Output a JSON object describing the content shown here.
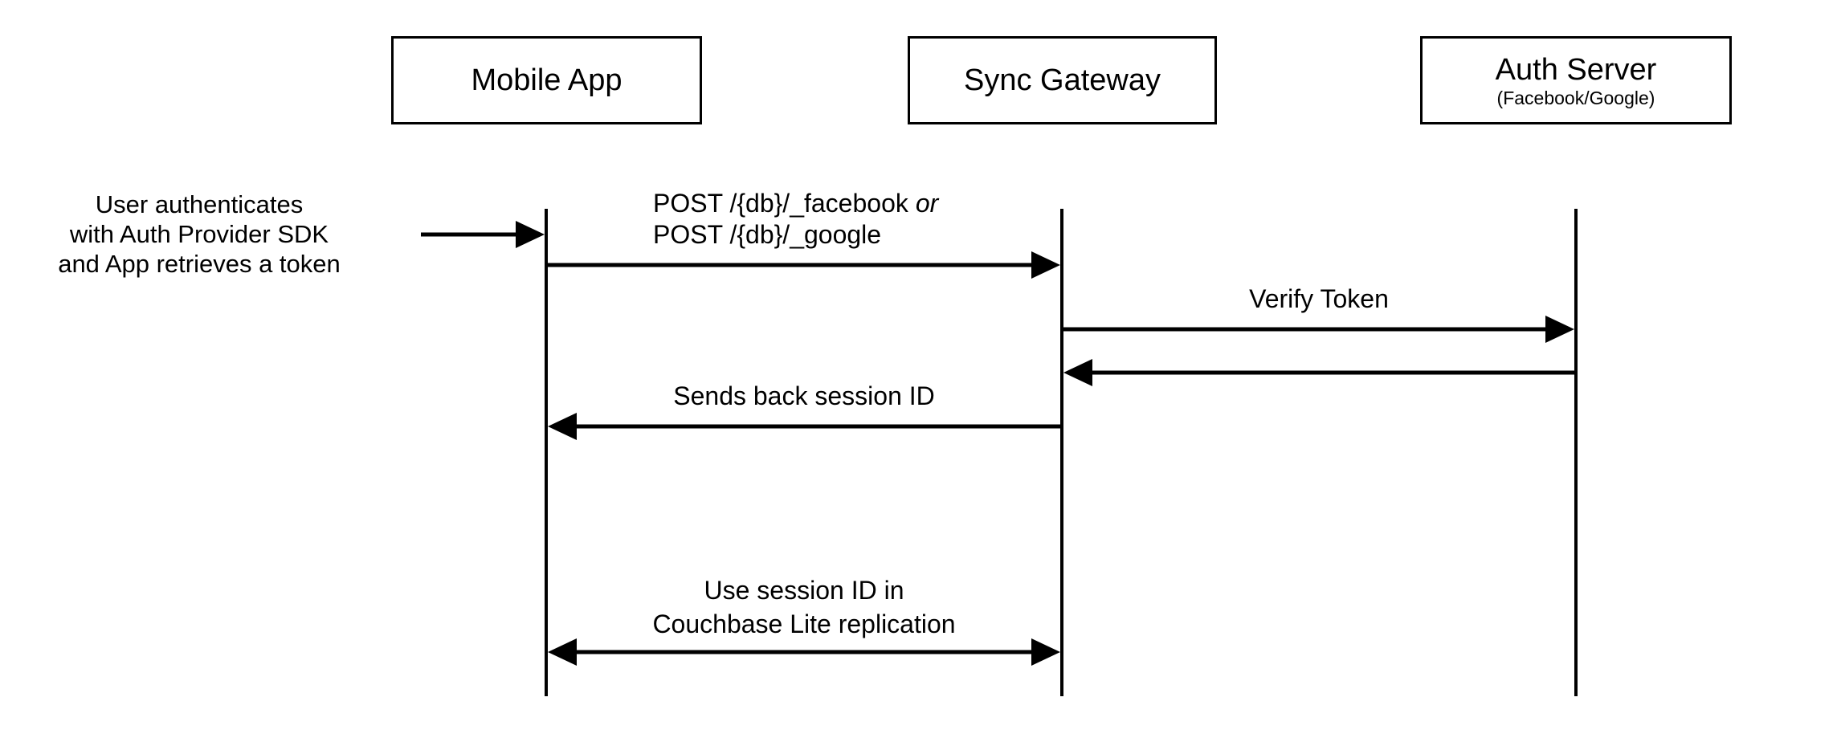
{
  "diagram_type": "sequence-diagram",
  "colors": {
    "line": "#000000",
    "background": "#ffffff",
    "text": "#000000"
  },
  "actors": [
    {
      "name": "Mobile App",
      "subtitle": ""
    },
    {
      "name": "Sync Gateway",
      "subtitle": ""
    },
    {
      "name": "Auth Server",
      "subtitle": "(Facebook/Google)"
    }
  ],
  "annotation": {
    "lines": [
      "User authenticates",
      "with Auth Provider SDK",
      "and App retrieves a token"
    ],
    "target": "Mobile App"
  },
  "messages": [
    {
      "id": "post-token",
      "from": "Mobile App",
      "to": "Sync Gateway",
      "direction": "right",
      "label_main": "POST /{db}/_facebook",
      "label_emphasis": "or",
      "label_line2": "POST /{db}/_google"
    },
    {
      "id": "verify-token",
      "from": "Sync Gateway",
      "to": "Auth Server",
      "direction": "right",
      "label": "Verify Token"
    },
    {
      "id": "verify-response",
      "from": "Auth Server",
      "to": "Sync Gateway",
      "direction": "left",
      "label": ""
    },
    {
      "id": "session-id",
      "from": "Sync Gateway",
      "to": "Mobile App",
      "direction": "left",
      "label": "Sends back session ID"
    },
    {
      "id": "replication",
      "from": "Mobile App",
      "to": "Sync Gateway",
      "direction": "both",
      "label_line1": "Use session ID in",
      "label_line2": "Couchbase Lite replication"
    }
  ]
}
